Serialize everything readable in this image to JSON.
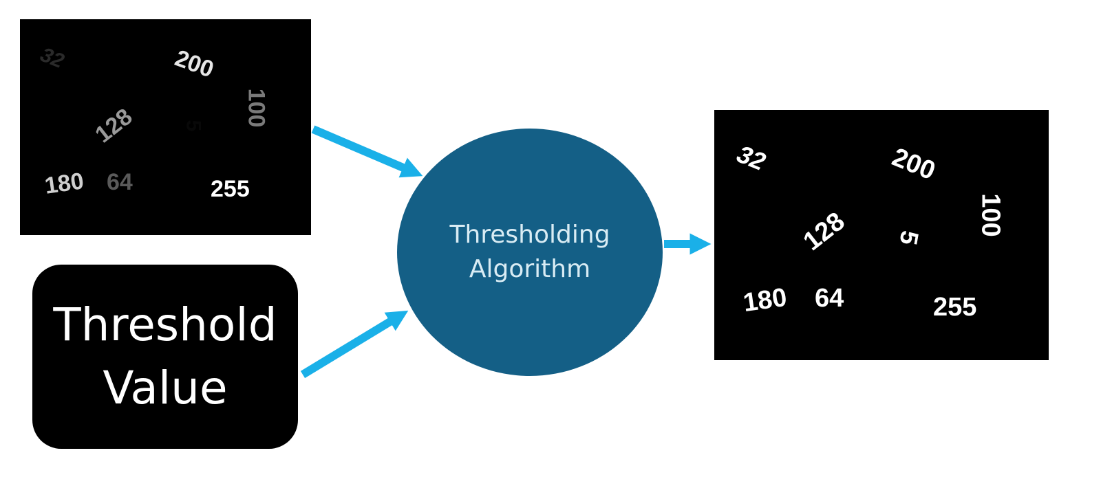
{
  "input_image": {
    "numbers": [
      {
        "text": "32",
        "color": "#2a2a2a"
      },
      {
        "text": "200",
        "color": "#e6e6e6"
      },
      {
        "text": "100",
        "color": "#7a7a7a"
      },
      {
        "text": "128",
        "color": "#9a9a9a"
      },
      {
        "text": "5",
        "color": "#080808"
      },
      {
        "text": "180",
        "color": "#cfcfcf"
      },
      {
        "text": "64",
        "color": "#5a5a5a"
      },
      {
        "text": "255",
        "color": "#ffffff"
      }
    ]
  },
  "threshold_box": {
    "line1": "Threshold",
    "line2": "Value"
  },
  "algorithm": {
    "line1": "Thresholding",
    "line2": "Algorithm",
    "fill": "#145f86"
  },
  "output_image": {
    "numbers": [
      {
        "text": "32",
        "color": "#ffffff"
      },
      {
        "text": "200",
        "color": "#ffffff"
      },
      {
        "text": "100",
        "color": "#ffffff"
      },
      {
        "text": "128",
        "color": "#ffffff"
      },
      {
        "text": "5",
        "color": "#ffffff"
      },
      {
        "text": "180",
        "color": "#ffffff"
      },
      {
        "text": "64",
        "color": "#ffffff"
      },
      {
        "text": "255",
        "color": "#ffffff"
      }
    ]
  },
  "arrow_color": "#1ab0e8"
}
